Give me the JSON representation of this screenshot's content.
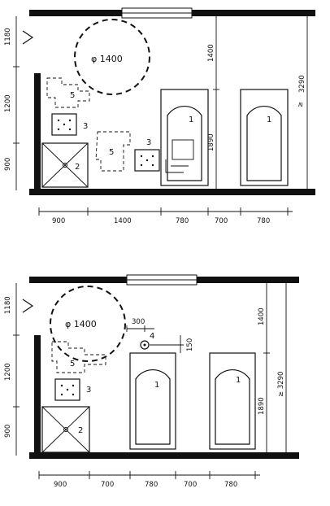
{
  "plan_top": {
    "circle_label": "φ 1400",
    "fixtures": {
      "bathtub_1": "1",
      "bathtub_2": "1",
      "shower": "2",
      "washbasin_a": "3",
      "washbasin_b": "3",
      "clearance_a": "5",
      "clearance_b": "5"
    },
    "dims_bottom": [
      "900",
      "1400",
      "780",
      "700",
      "780"
    ],
    "dims_left": [
      "1180",
      "1200",
      "900"
    ],
    "dims_right": [
      "1400",
      "1890",
      "3290"
    ],
    "right_symbol": "≥"
  },
  "plan_bottom": {
    "circle_label": "φ 1400",
    "fixtures": {
      "bathtub_1": "1",
      "bathtub_2": "1",
      "shower": "2",
      "washbasin": "3",
      "grab": "4",
      "clearance": "5"
    },
    "dims_bottom": [
      "900",
      "700",
      "780",
      "700",
      "780"
    ],
    "dims_left": [
      "1180",
      "1200",
      "900"
    ],
    "dims_right": [
      "1400",
      "1890",
      "≥ 3290"
    ],
    "dim_300": "300",
    "dim_150": "150"
  }
}
